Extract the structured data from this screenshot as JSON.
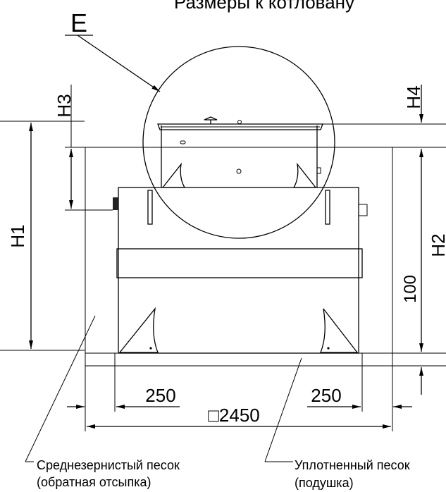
{
  "title": "Размеры к котловану",
  "detail_marker": "E",
  "dimensions": {
    "h1": "H1",
    "h2": "H2",
    "h3": "H3",
    "h4": "H4",
    "cushion": "100",
    "left_offset": "250",
    "right_offset": "250",
    "pit_width": "□2450"
  },
  "callouts": {
    "backfill_line1": "Среднезернистый песок",
    "backfill_line2": "(обратная отсыпка)",
    "cushion_line1": "Уплотненный песок",
    "cushion_line2": "(подушка)"
  },
  "colors": {
    "line": "#000000",
    "sand_fill": "#f3f3f3",
    "cushion_fill": "#8a8a8a"
  }
}
